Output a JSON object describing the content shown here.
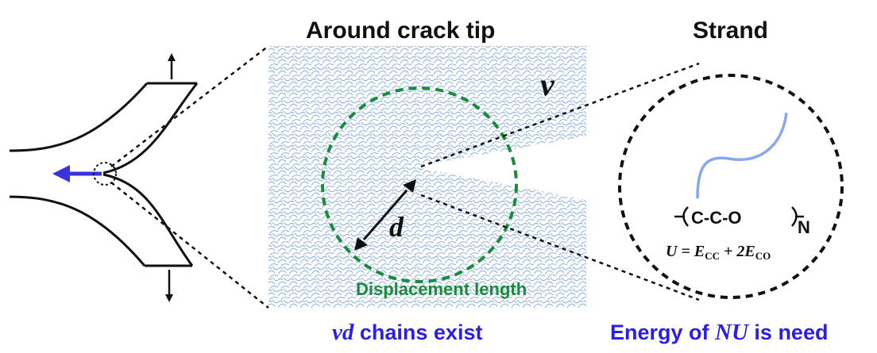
{
  "headings": {
    "around": "Around crack tip",
    "strand": "Strand"
  },
  "labels": {
    "nu": "ν",
    "d": "d",
    "displacement": "Displacement length"
  },
  "formula": {
    "repeat_unit": "C-C-O",
    "subscript": "N",
    "energy_lhs": "U = E",
    "energy_sub1": "CC",
    "energy_mid": " + 2E",
    "energy_sub2": "CO"
  },
  "captions": {
    "left_italic": "νd",
    "left_text": " chains exist",
    "right_text": "Energy of ",
    "right_italic": "NU",
    "right_tail": " is need"
  },
  "colors": {
    "caption_blue": "#2b1ee6",
    "circle_green": "#1a8a3c",
    "mesh_blue": "#8ab0e0",
    "strand_blue": "#86a8ee",
    "arrow_blue": "#3a33dd"
  }
}
